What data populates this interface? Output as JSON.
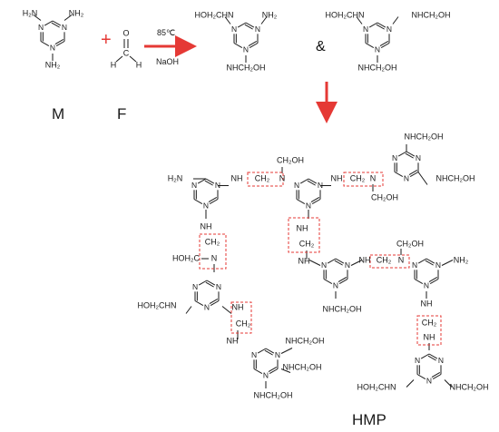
{
  "labels": {
    "melamine": "M",
    "formaldehyde": "F",
    "product": "HMP",
    "plus": "+",
    "and": "&"
  },
  "conditions": {
    "temperature": "85℃",
    "catalyst": "NaOH"
  },
  "atoms": {
    "N": "N",
    "C": "C",
    "O": "O",
    "H": "H"
  },
  "groups": {
    "nh2": "H₂N",
    "nh2_right": "NH₂",
    "nhch2oh": "NHCH₂OH",
    "hoh2chn": "HOH₂CHN",
    "nh": "NH",
    "ch2": "CH₂",
    "n": "N",
    "ch2oh": "CH₂OH",
    "hoh2c": "HOH₂C"
  },
  "colors": {
    "ink": "#1a1a1a",
    "accent": "#e53935",
    "highlight_box": "#e53935"
  }
}
